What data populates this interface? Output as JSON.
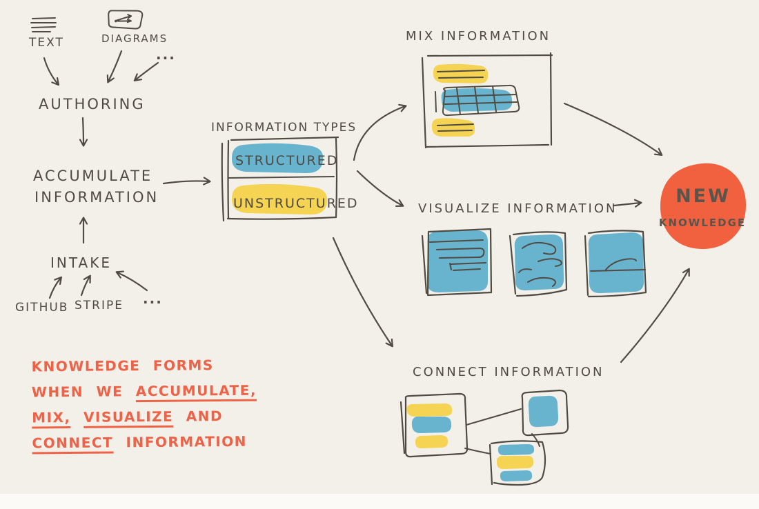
{
  "colors": {
    "background": "#f3f0ea",
    "ink": "#4f4b42",
    "highlight_blue": "#5caecb",
    "highlight_yellow": "#f4d14b",
    "accent_orange_circle": "#f2613f",
    "accent_orange_text": "#ee6247"
  },
  "icons": {
    "text_icon": "text-lines-icon",
    "diagrams_icon": "diagram-box-icon"
  },
  "sources": {
    "text_label": "TEXT",
    "diagrams_label": "DIAGRAMS",
    "more": "..."
  },
  "authoring": {
    "label": "AUTHORING"
  },
  "accumulate": {
    "line1": "ACCUMULATE",
    "line2": "INFORMATION"
  },
  "intake": {
    "label": "INTAKE",
    "github": "GITHUB",
    "stripe": "STRIPE",
    "more": "..."
  },
  "info_types": {
    "title": "INFORMATION TYPES",
    "structured": "STRUCTURED",
    "unstructured": "UNSTRUCTURED"
  },
  "mix": {
    "title": "MIX INFORMATION"
  },
  "visualize": {
    "title": "VISUALIZE INFORMATION"
  },
  "connect": {
    "title": "CONNECT INFORMATION"
  },
  "new_knowledge": {
    "line1": "NEW",
    "line2": "KNOWLEDGE"
  },
  "caption": {
    "knowledge": "KNOWLEDGE",
    "forms": "FORMS",
    "when": "WHEN",
    "we": "WE",
    "accumulate": "ACCUMULATE,",
    "mix": "MIX,",
    "visualize": "VISUALIZE",
    "and": "AND",
    "connect": "CONNECT",
    "information": "INFORMATION"
  }
}
